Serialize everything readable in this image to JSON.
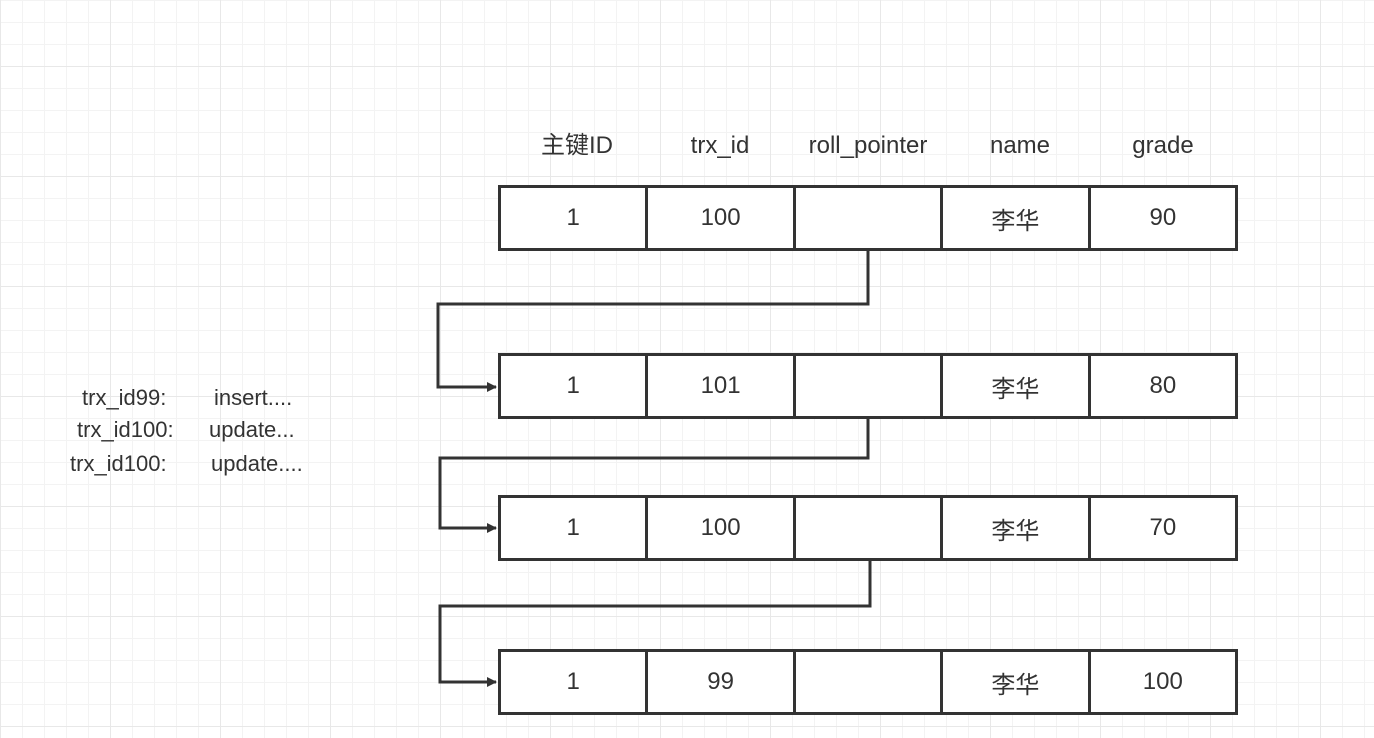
{
  "diagram": {
    "columns": [
      "主键ID",
      "trx_id",
      "roll_pointer",
      "name",
      "grade"
    ],
    "rows": [
      {
        "id": "1",
        "trx_id": "100",
        "roll_pointer": "",
        "name": "李华",
        "grade": "90"
      },
      {
        "id": "1",
        "trx_id": "101",
        "roll_pointer": "",
        "name": "李华",
        "grade": "80"
      },
      {
        "id": "1",
        "trx_id": "100",
        "roll_pointer": "",
        "name": "李华",
        "grade": "70"
      },
      {
        "id": "1",
        "trx_id": "99",
        "roll_pointer": "",
        "name": "李华",
        "grade": "100"
      }
    ],
    "log": [
      {
        "label": "trx_id99:",
        "op": "insert...."
      },
      {
        "label": "trx_id100:",
        "op": "update..."
      },
      {
        "label": "trx_id100:",
        "op": "update...."
      }
    ],
    "colors": {
      "stroke": "#333333",
      "text": "#333333",
      "grid": "#e8e8e8"
    }
  }
}
